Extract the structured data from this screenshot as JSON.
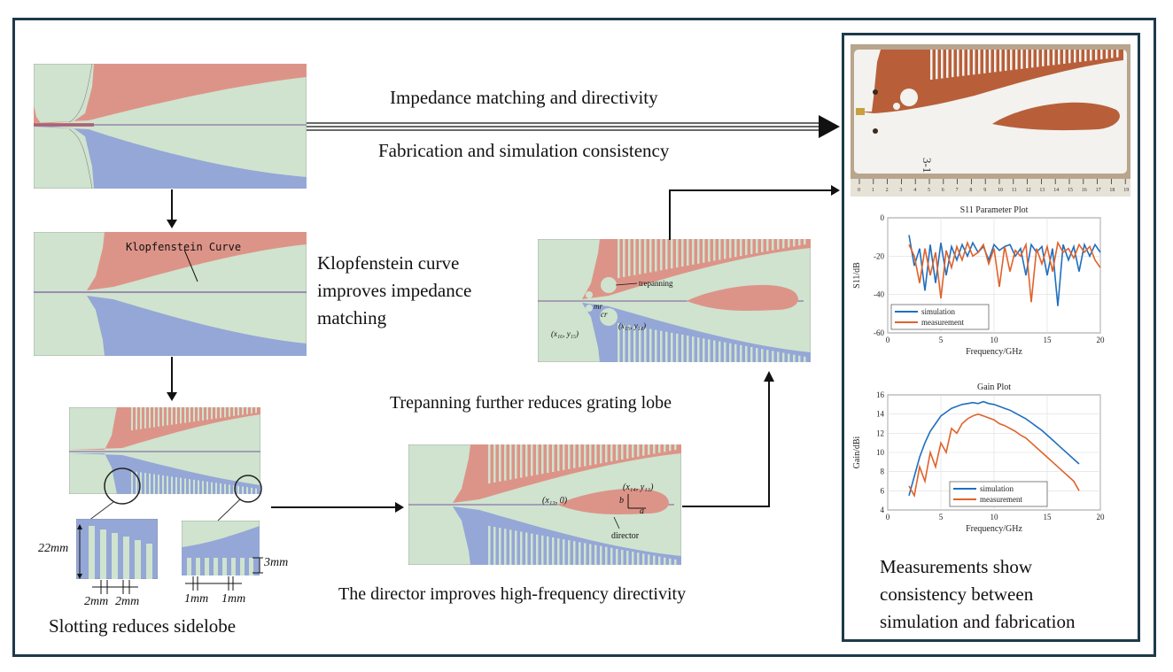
{
  "top": {
    "line1": "Impedance matching and directivity",
    "line2": "Fabrication and simulation consistency"
  },
  "klop": {
    "curve_label": "Klopfenstein Curve",
    "desc_line1": "Klopfenstein curve",
    "desc_line2": "improves impedance",
    "desc_line3": "matching"
  },
  "slot": {
    "dim_22": "22mm",
    "dim_2a": "2mm",
    "dim_2b": "2mm",
    "dim_3": "3mm",
    "dim_1a": "1mm",
    "dim_1b": "1mm",
    "caption": "Slotting reduces sidelobe"
  },
  "director": {
    "caption": "The director improves high-frequency directivity",
    "label_director": "director",
    "label_x13": "(x₁₃, 0)",
    "label_x14": "(x₁₄, y₁₃)",
    "label_b": "b",
    "label_a": "a"
  },
  "trepan": {
    "caption": "Trepanning further reduces grating lobe",
    "label_trepanning": "trepanning",
    "label_mr": "mr",
    "label_cr": "cr",
    "label_x16": "(x₁₆, y₁₅)",
    "label_x15": "(x₁₅, y₁₄)"
  },
  "photo": {
    "handwriting": "3-1"
  },
  "colors": {
    "green": "#cfe3cf",
    "red": "#dd9488",
    "blue": "#94a7d6",
    "sim": "#1f6fbf",
    "meas": "#e0622a",
    "frame": "#1d3a4a"
  },
  "chart_data": [
    {
      "type": "line",
      "title": "S11 Parameter Plot",
      "xlabel": "Frequency/GHz",
      "ylabel": "S11/dB",
      "xlim": [
        0,
        20
      ],
      "ylim": [
        -60,
        0
      ],
      "xticks": [
        "0",
        "5",
        "10",
        "15",
        "20"
      ],
      "yticks": [
        "0",
        "-20",
        "-40",
        "-60"
      ],
      "legend": "bottom-left",
      "series": [
        {
          "name": "simulation",
          "x": [
            2,
            2.5,
            3,
            3.5,
            4,
            4.5,
            5,
            5.5,
            6,
            6.5,
            7,
            7.5,
            8,
            8.5,
            9,
            9.5,
            10,
            10.5,
            11,
            11.5,
            12,
            12.5,
            13,
            13.5,
            14,
            14.5,
            15,
            15.5,
            16,
            16.5,
            17,
            17.5,
            18,
            18.5,
            19,
            19.5,
            20
          ],
          "values": [
            -9,
            -25,
            -16,
            -38,
            -14,
            -34,
            -13,
            -30,
            -15,
            -22,
            -14,
            -20,
            -13,
            -18,
            -15,
            -22,
            -14,
            -17,
            -15,
            -14,
            -20,
            -16,
            -30,
            -14,
            -18,
            -15,
            -30,
            -16,
            -46,
            -14,
            -22,
            -15,
            -28,
            -14,
            -20,
            -14,
            -18
          ]
        },
        {
          "name": "measurement",
          "x": [
            2,
            2.5,
            3,
            3.5,
            4,
            4.5,
            5,
            5.5,
            6,
            6.5,
            7,
            7.5,
            8,
            8.5,
            9,
            9.5,
            10,
            10.5,
            11,
            11.5,
            12,
            12.5,
            13,
            13.5,
            14,
            14.5,
            15,
            15.5,
            16,
            16.5,
            17,
            17.5,
            18,
            18.5,
            19,
            19.5,
            20
          ],
          "values": [
            -14,
            -20,
            -34,
            -16,
            -30,
            -18,
            -42,
            -17,
            -26,
            -15,
            -22,
            -13,
            -20,
            -18,
            -14,
            -24,
            -16,
            -36,
            -15,
            -28,
            -17,
            -20,
            -14,
            -44,
            -16,
            -24,
            -15,
            -28,
            -13,
            -18,
            -16,
            -21,
            -14,
            -18,
            -15,
            -22,
            -26
          ]
        }
      ]
    },
    {
      "type": "line",
      "title": "Gain Plot",
      "xlabel": "Frequency/GHz",
      "ylabel": "Gain/dBi",
      "xlim": [
        0,
        20
      ],
      "ylim": [
        4,
        16
      ],
      "xticks": [
        "0",
        "5",
        "10",
        "15",
        "20"
      ],
      "yticks": [
        "4",
        "6",
        "8",
        "10",
        "12",
        "14",
        "16"
      ],
      "legend": "bottom-center",
      "series": [
        {
          "name": "simulation",
          "x": [
            2,
            2.5,
            3,
            3.5,
            4,
            4.5,
            5,
            5.5,
            6,
            6.5,
            7,
            7.5,
            8,
            8.5,
            9,
            9.5,
            10,
            10.5,
            11,
            11.5,
            12,
            12.5,
            13,
            13.5,
            14,
            14.5,
            15,
            15.5,
            16,
            16.5,
            17,
            17.5,
            18
          ],
          "values": [
            5.5,
            7.5,
            9.5,
            11.0,
            12.2,
            13.0,
            13.8,
            14.2,
            14.6,
            14.8,
            15.0,
            15.1,
            15.2,
            15.1,
            15.3,
            15.1,
            15.0,
            14.8,
            14.6,
            14.4,
            14.1,
            13.8,
            13.5,
            13.1,
            12.7,
            12.3,
            11.8,
            11.3,
            10.8,
            10.3,
            9.8,
            9.3,
            8.8
          ]
        },
        {
          "name": "measurement",
          "x": [
            2,
            2.5,
            3,
            3.5,
            4,
            4.5,
            5,
            5.5,
            6,
            6.5,
            7,
            7.5,
            8,
            8.5,
            9,
            9.5,
            10,
            10.5,
            11,
            11.5,
            12,
            12.5,
            13,
            13.5,
            14,
            14.5,
            15,
            15.5,
            16,
            16.5,
            17,
            17.5,
            18
          ],
          "values": [
            6.5,
            5.5,
            8.5,
            7.0,
            10.0,
            8.5,
            11.0,
            10.0,
            12.5,
            12.0,
            13.0,
            13.5,
            13.8,
            14.0,
            13.8,
            13.6,
            13.4,
            13.0,
            12.8,
            12.5,
            12.2,
            11.8,
            11.5,
            11.0,
            10.5,
            10.0,
            9.5,
            9.0,
            8.5,
            8.0,
            7.5,
            7.0,
            6.0
          ]
        }
      ]
    }
  ],
  "conclusion": {
    "line1": "Measurements show",
    "line2": "consistency between",
    "line3": "simulation and fabrication"
  }
}
